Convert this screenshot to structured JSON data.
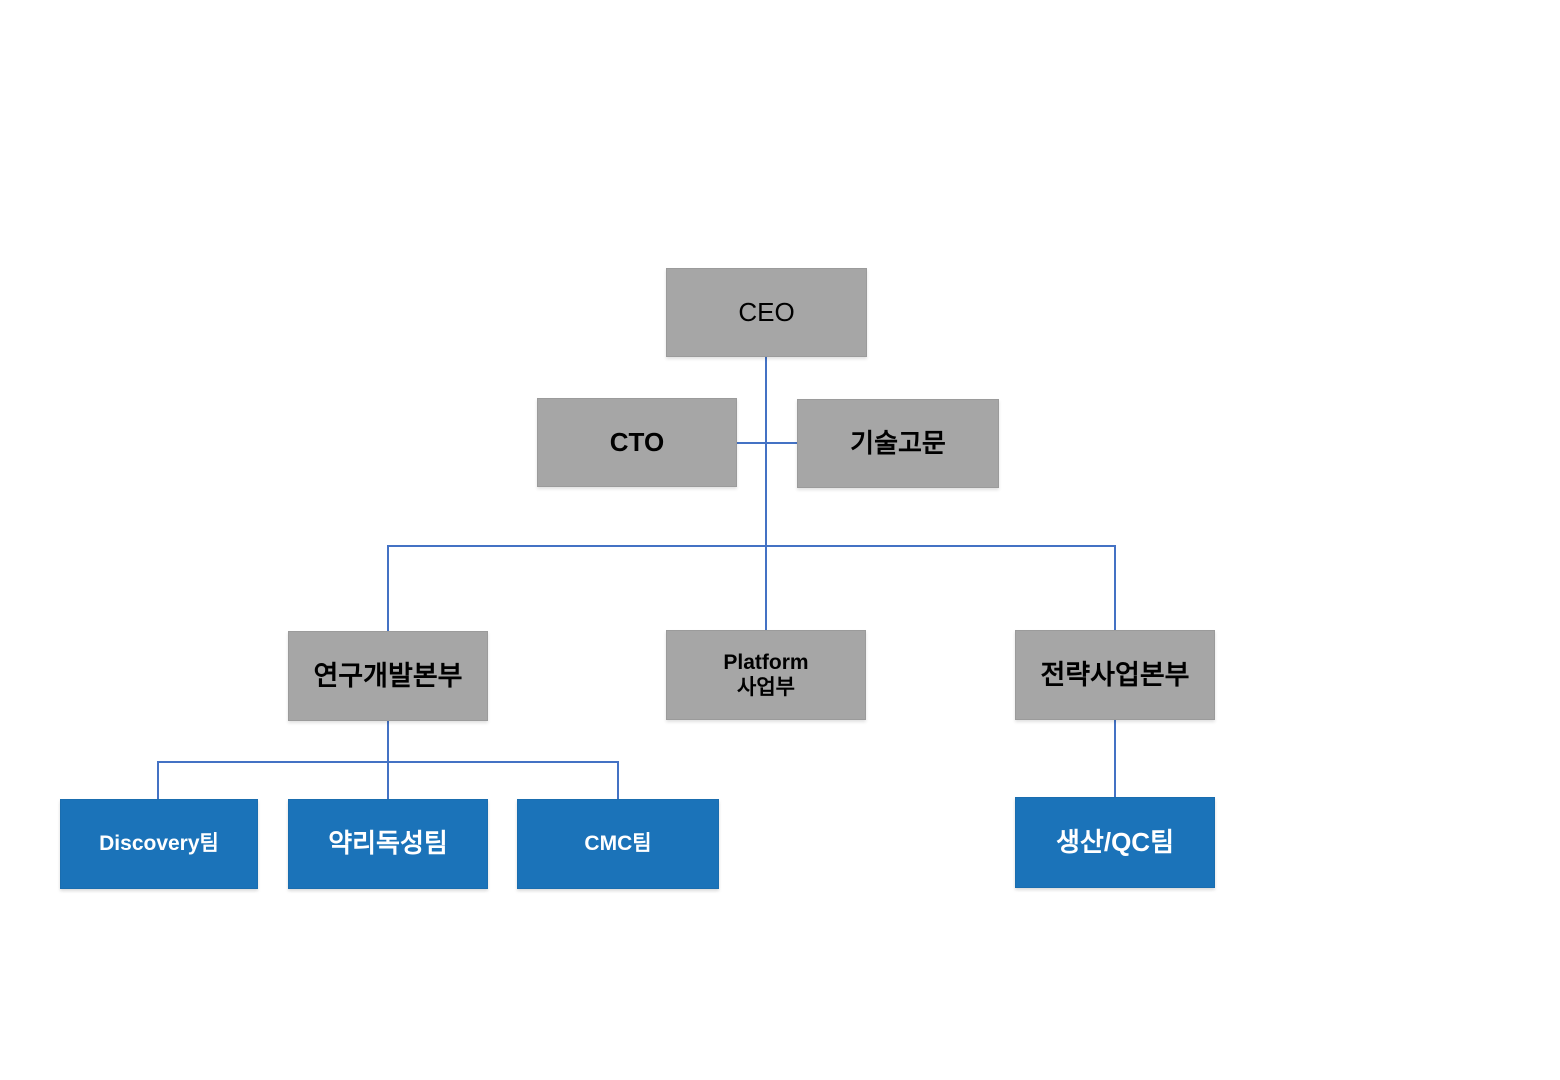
{
  "org_chart": {
    "kind": "organization-chart",
    "colors": {
      "background": "#FFFFFF",
      "division_fill": "#A6A6A6",
      "division_text": "#000000",
      "team_fill": "#1B73B9",
      "team_text": "#FFFFFF",
      "connector": "#4472C4"
    },
    "nodes": {
      "ceo": {
        "label": "CEO",
        "level": 1,
        "style": "gray"
      },
      "cto": {
        "label": "CTO",
        "level": 2,
        "style": "gray"
      },
      "tech_advisor": {
        "label": "기술고문",
        "level": 2,
        "style": "gray"
      },
      "rnd_division": {
        "label": "연구개발본부",
        "level": 3,
        "style": "gray"
      },
      "platform_division": {
        "label": "Platform 사업부",
        "lines": [
          "Platform",
          "사업부"
        ],
        "level": 3,
        "style": "gray"
      },
      "strategy_division": {
        "label": "전략사업본부",
        "level": 3,
        "style": "gray"
      },
      "discovery_team": {
        "label": "Discovery팀",
        "level": 4,
        "style": "blue"
      },
      "pharmtox_team": {
        "label": "약리독성팀",
        "level": 4,
        "style": "blue"
      },
      "cmc_team": {
        "label": "CMC팀",
        "level": 4,
        "style": "blue"
      },
      "production_qc_team": {
        "label": "생산/QC팀",
        "level": 4,
        "style": "blue"
      }
    },
    "edges": [
      {
        "from": "ceo",
        "to": "cto"
      },
      {
        "from": "ceo",
        "to": "tech_advisor"
      },
      {
        "from": "ceo",
        "to": "rnd_division"
      },
      {
        "from": "ceo",
        "to": "platform_division"
      },
      {
        "from": "ceo",
        "to": "strategy_division"
      },
      {
        "from": "rnd_division",
        "to": "discovery_team"
      },
      {
        "from": "rnd_division",
        "to": "pharmtox_team"
      },
      {
        "from": "rnd_division",
        "to": "cmc_team"
      },
      {
        "from": "strategy_division",
        "to": "production_qc_team"
      }
    ]
  }
}
